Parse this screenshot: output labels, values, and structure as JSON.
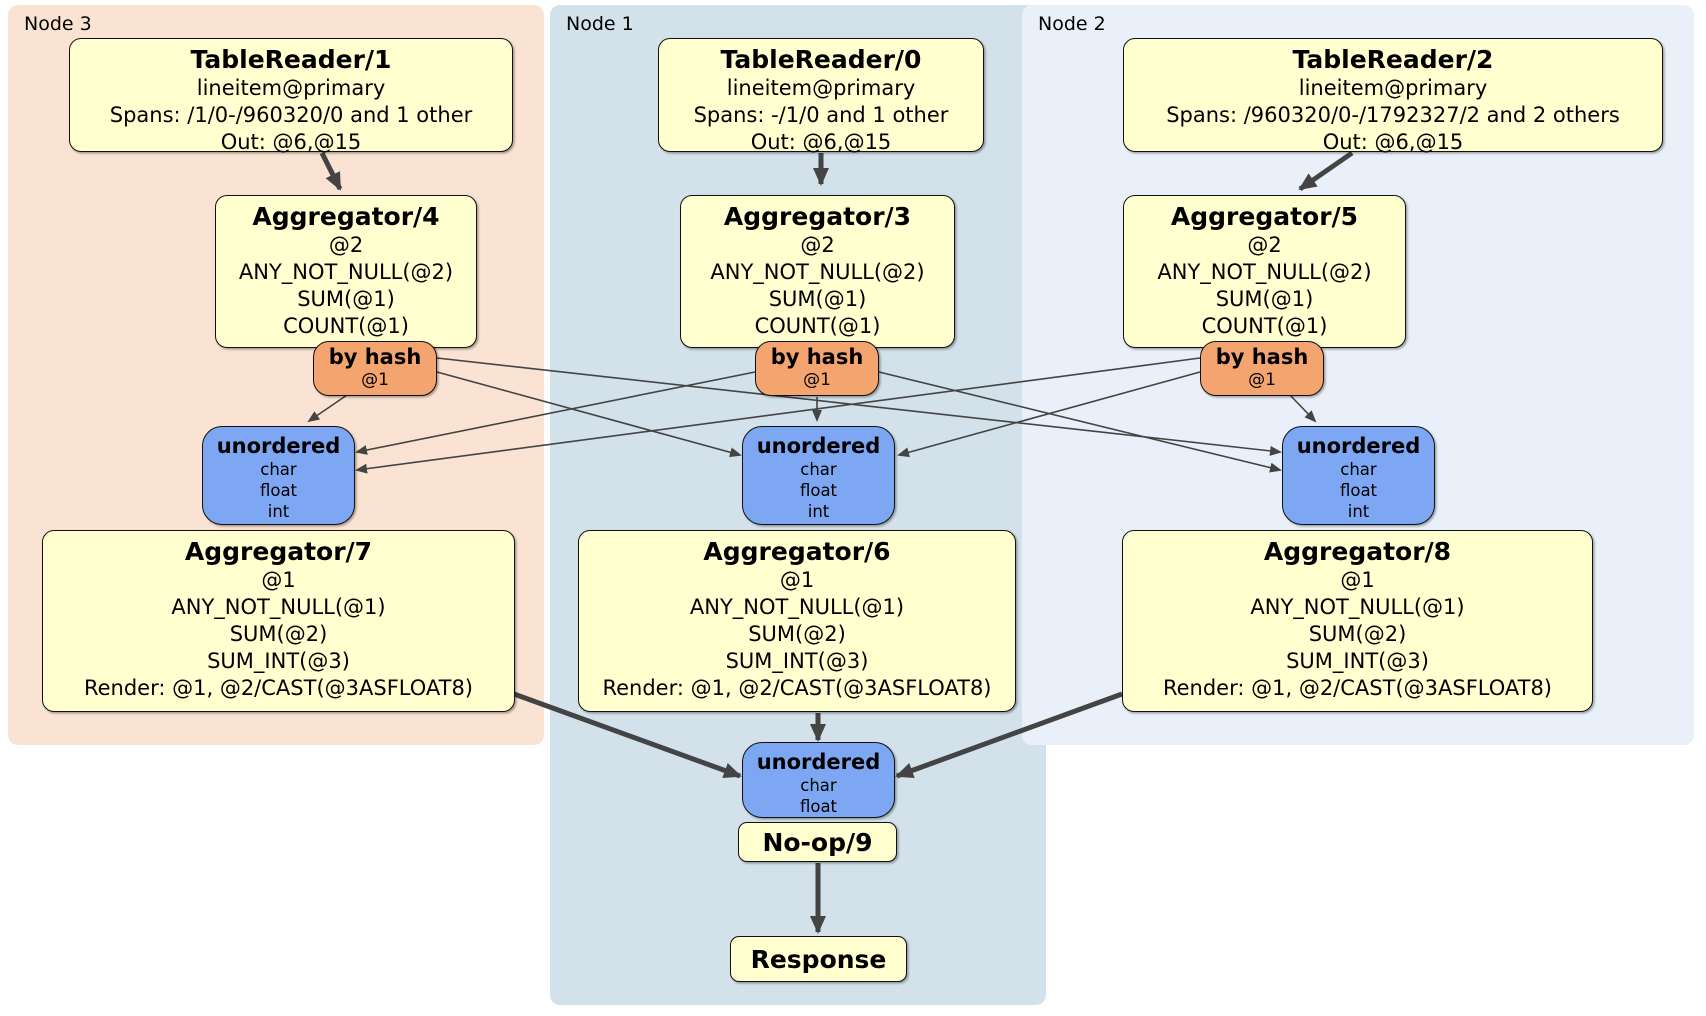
{
  "groups": [
    {
      "label": "Node 3"
    },
    {
      "label": "Node 1"
    },
    {
      "label": "Node 2"
    }
  ],
  "nodes": {
    "tr1": {
      "title": "TableReader/1",
      "lines": [
        "lineitem@primary",
        "Spans: /1/0-/960320/0 and 1 other",
        "Out: @6,@15"
      ]
    },
    "tr0": {
      "title": "TableReader/0",
      "lines": [
        "lineitem@primary",
        "Spans: -/1/0 and 1 other",
        "Out: @6,@15"
      ]
    },
    "tr2": {
      "title": "TableReader/2",
      "lines": [
        "lineitem@primary",
        "Spans: /960320/0-/1792327/2 and 2 others",
        "Out: @6,@15"
      ]
    },
    "agg4": {
      "title": "Aggregator/4",
      "lines": [
        "@2",
        "ANY_NOT_NULL(@2)",
        "SUM(@1)",
        "COUNT(@1)"
      ]
    },
    "agg3": {
      "title": "Aggregator/3",
      "lines": [
        "@2",
        "ANY_NOT_NULL(@2)",
        "SUM(@1)",
        "COUNT(@1)"
      ]
    },
    "agg5": {
      "title": "Aggregator/5",
      "lines": [
        "@2",
        "ANY_NOT_NULL(@2)",
        "SUM(@1)",
        "COUNT(@1)"
      ]
    },
    "byhash3": {
      "title": "by hash",
      "lines": [
        "@1"
      ]
    },
    "byhash1": {
      "title": "by hash",
      "lines": [
        "@1"
      ]
    },
    "byhash2": {
      "title": "by hash",
      "lines": [
        "@1"
      ]
    },
    "un3": {
      "title": "unordered",
      "lines": [
        "char",
        "float",
        "int"
      ]
    },
    "un1": {
      "title": "unordered",
      "lines": [
        "char",
        "float",
        "int"
      ]
    },
    "un2": {
      "title": "unordered",
      "lines": [
        "char",
        "float",
        "int"
      ]
    },
    "agg7": {
      "title": "Aggregator/7",
      "lines": [
        "@1",
        "ANY_NOT_NULL(@1)",
        "SUM(@2)",
        "SUM_INT(@3)",
        "Render: @1, @2/CAST(@3ASFLOAT8)"
      ]
    },
    "agg6": {
      "title": "Aggregator/6",
      "lines": [
        "@1",
        "ANY_NOT_NULL(@1)",
        "SUM(@2)",
        "SUM_INT(@3)",
        "Render: @1, @2/CAST(@3ASFLOAT8)"
      ]
    },
    "agg8": {
      "title": "Aggregator/8",
      "lines": [
        "@1",
        "ANY_NOT_NULL(@1)",
        "SUM(@2)",
        "SUM_INT(@3)",
        "Render: @1, @2/CAST(@3ASFLOAT8)"
      ]
    },
    "unfinal": {
      "title": "unordered",
      "lines": [
        "char",
        "float"
      ]
    },
    "noop": {
      "title": "No-op/9",
      "lines": []
    },
    "response": {
      "title": "Response",
      "lines": []
    }
  },
  "colors": {
    "processor_fill": "#ffffcf",
    "router_fill": "#f4a46e",
    "sync_fill": "#7da7f2",
    "node3_bg": "#fbe3d3",
    "node1_bg": "#d2e1ea",
    "node2_bg": "#eaf0f9",
    "edge": "#444444"
  }
}
